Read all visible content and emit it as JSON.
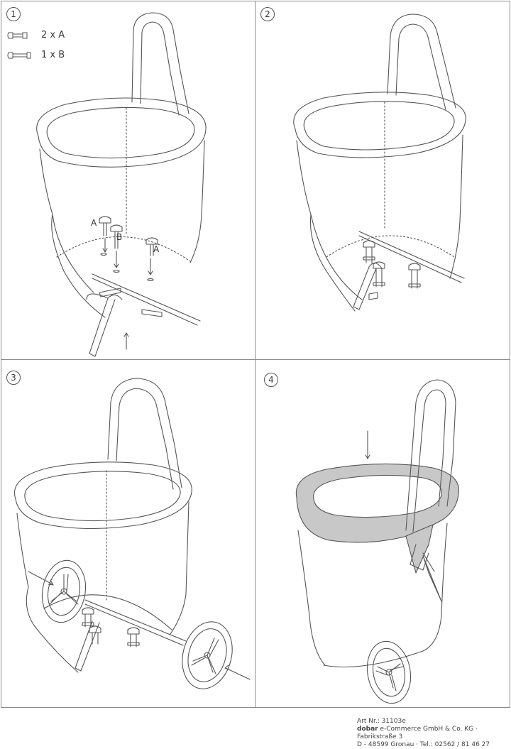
{
  "steps": [
    {
      "number": "1"
    },
    {
      "number": "2"
    },
    {
      "number": "3"
    },
    {
      "number": "4"
    }
  ],
  "legend": [
    {
      "icon": "bolt-a-icon",
      "text": "2 x A"
    },
    {
      "icon": "bolt-b-icon",
      "text": "1 x B"
    }
  ],
  "part_labels": {
    "a1": "A",
    "b": "B",
    "a2": "A"
  },
  "footer": {
    "art_nr": "Art Nr.: 31103e",
    "company_bold": "dobar",
    "company_rest": "e-Commerce GmbH & Co. KG · Fabrikstraße 3",
    "address": "D - 48599 Gronau · Tel.: 02562 / 81 46 27"
  },
  "colors": {
    "line": "#555555",
    "bag_cover": "#c8c8c8",
    "border": "#8a8a8a"
  }
}
